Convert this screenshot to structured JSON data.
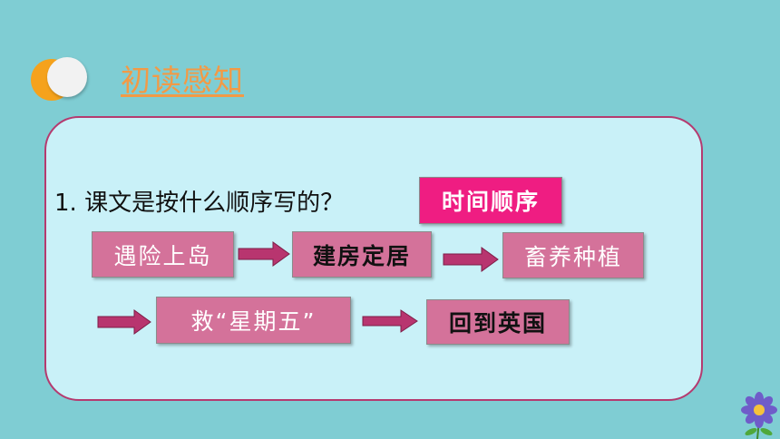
{
  "header": {
    "title": "初读感知"
  },
  "question": {
    "text": "1. 课文是按什么顺序写的？",
    "answer": "时间顺序"
  },
  "sequence": {
    "row1": [
      "遇险上岛",
      "建房定居",
      "畜养种植"
    ],
    "row2": [
      "救“星期五”",
      "回到英国"
    ]
  },
  "colors": {
    "background": "#7fcdd3",
    "panel": "#c9f1f8",
    "panel_border": "#b53a6f",
    "box": "#d4729a",
    "answer_box": "#ef1d82",
    "arrow": "#b8356f",
    "title": "#f29a46"
  },
  "icons": [
    "circle-bullet-icon",
    "arrow-right-icon",
    "flower-icon"
  ]
}
